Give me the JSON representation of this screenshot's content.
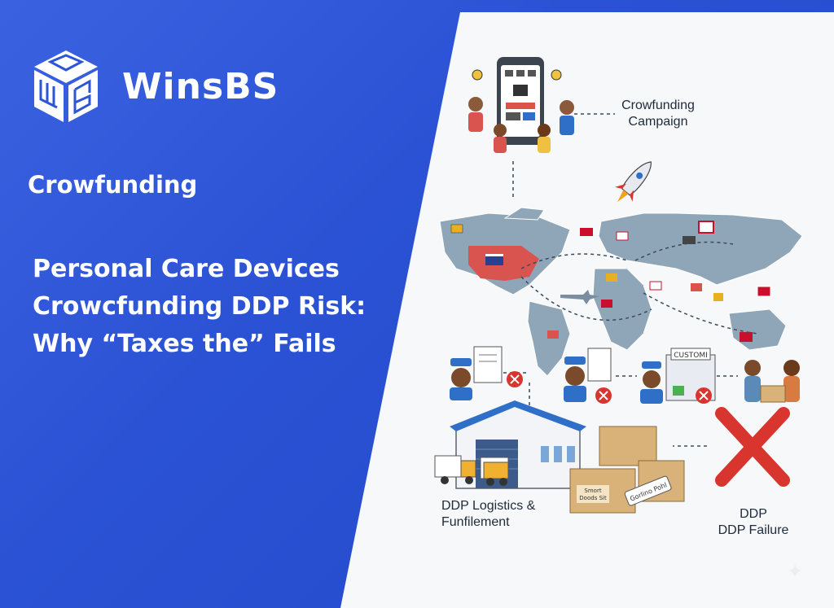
{
  "brand": {
    "name": "WinsBS"
  },
  "category": "Crowfunding",
  "headline": {
    "line1": "Personal Care Devices",
    "line2": "Crowcfunding DDP Risk:",
    "line3": "Why “Taxes the” Fails"
  },
  "diagram": {
    "campaign_label_1": "Crowfunding",
    "campaign_label_2": "Campaign",
    "customs_sign": "CUSTOMI",
    "logistics_label_1": "DDP Logistics &",
    "logistics_label_2": "Funfilement",
    "failure_label_1": "DDP",
    "failure_label_2": "DDP Failure",
    "box_text_1": "Smort",
    "box_text_2": "Doods Sit",
    "tag_text": "Gorlino Pohl"
  },
  "colors": {
    "background_blue": "#2d55d6",
    "panel": "#f7f8fa",
    "map_land": "#8fa6b8",
    "usa_highlight": "#d9534f",
    "failure_red": "#d9352f",
    "warehouse_roof": "#2f6fc8",
    "box_tan": "#d9b27a"
  },
  "icons": [
    "winsbs-cube-logo",
    "smartphone-icon",
    "people-icon",
    "rocket-icon",
    "world-map",
    "airplane-icon",
    "document-icon",
    "reject-icon",
    "customs-booth-icon",
    "handshake-icon",
    "warehouse-icon",
    "truck-icon",
    "boxes-icon",
    "cross-icon",
    "sparkle-icon"
  ]
}
